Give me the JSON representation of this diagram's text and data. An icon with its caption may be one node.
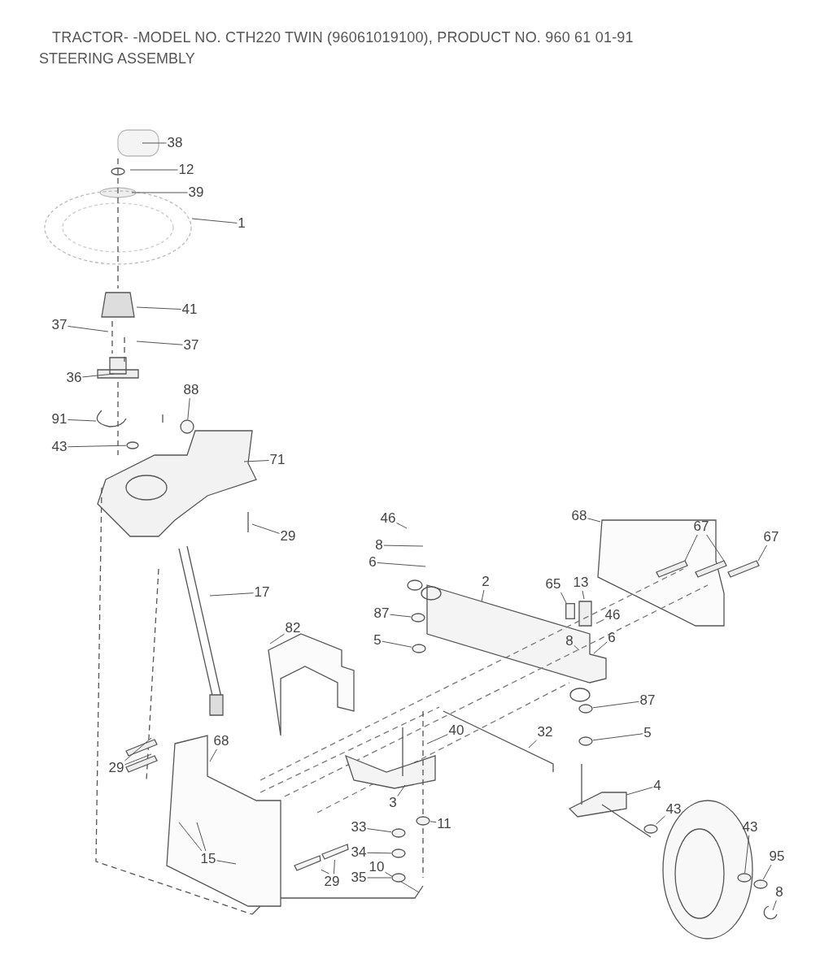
{
  "diagram": {
    "title": "TRACTOR- -MODEL NO. CTH220 TWIN (96061019100), PRODUCT NO. 960 61 01-91",
    "labels": [
      "STEERING ASSEMBLY"
    ],
    "nodes": [
      {
        "text": [
          "38"
        ]
      },
      {
        "text": [
          "12"
        ]
      },
      {
        "text": [
          "39"
        ]
      },
      {
        "text": [
          "1"
        ]
      },
      {
        "text": [
          "41"
        ]
      },
      {
        "text": [
          "37"
        ]
      },
      {
        "text": [
          "37"
        ]
      },
      {
        "text": [
          "36"
        ]
      },
      {
        "text": [
          "88"
        ]
      },
      {
        "text": [
          "91"
        ]
      },
      {
        "text": [
          "43"
        ]
      },
      {
        "text": [
          "71"
        ]
      },
      {
        "text": [
          "29"
        ]
      },
      {
        "text": [
          "68"
        ]
      },
      {
        "text": [
          "67"
        ]
      },
      {
        "text": [
          "46"
        ]
      },
      {
        "text": [
          "67"
        ]
      },
      {
        "text": [
          "8"
        ]
      },
      {
        "text": [
          "6"
        ]
      },
      {
        "text": [
          "2"
        ]
      },
      {
        "text": [
          "13"
        ]
      },
      {
        "text": [
          "65"
        ]
      },
      {
        "text": [
          "17"
        ]
      },
      {
        "text": [
          "46"
        ]
      },
      {
        "text": [
          "82"
        ]
      },
      {
        "text": [
          "87"
        ]
      },
      {
        "text": [
          "8"
        ]
      },
      {
        "text": [
          "6"
        ]
      },
      {
        "text": [
          "5"
        ]
      },
      {
        "text": [
          "87"
        ]
      },
      {
        "text": [
          "40"
        ]
      },
      {
        "text": [
          "32"
        ]
      },
      {
        "text": [
          "5"
        ]
      },
      {
        "text": [
          "29"
        ]
      },
      {
        "text": [
          "68"
        ]
      },
      {
        "text": [
          "4"
        ]
      },
      {
        "text": [
          "3"
        ]
      },
      {
        "text": [
          "43"
        ]
      },
      {
        "text": [
          "11"
        ]
      },
      {
        "text": [
          "43"
        ]
      },
      {
        "text": [
          "33"
        ]
      },
      {
        "text": [
          "95"
        ]
      },
      {
        "text": [
          "34"
        ]
      },
      {
        "text": [
          "15"
        ]
      },
      {
        "text": [
          "10"
        ]
      },
      {
        "text": [
          "35"
        ]
      },
      {
        "text": [
          "29"
        ]
      },
      {
        "text": [
          "8"
        ]
      },
      {
        "text": [],
        "shape": "circle"
      },
      {
        "text": [],
        "shape": "circle"
      },
      {
        "text": [],
        "shape": "box"
      },
      {
        "text": [],
        "shape": "circle"
      },
      {
        "text": [],
        "shape": "circle"
      },
      {
        "text": [],
        "shape": "circle"
      },
      {
        "text": [],
        "shape": "circle"
      },
      {
        "text": [],
        "shape": "circle"
      },
      {
        "text": [],
        "shape": "circle"
      },
      {
        "text": [],
        "shape": "circle"
      },
      {
        "text": [],
        "shape": "circle"
      },
      {
        "text": [],
        "shape": "circle"
      },
      {
        "text": [],
        "shape": "circle"
      },
      {
        "text": [],
        "shape": "circle"
      },
      {
        "text": [],
        "shape": "bar"
      },
      {
        "text": [],
        "shape": "bar"
      }
    ],
    "edges": [
      {
        "from": 0,
        "to": null,
        "arrow": "none"
      },
      {
        "from": 1,
        "to": null,
        "arrow": "none"
      },
      {
        "from": 2,
        "to": null,
        "arrow": "none"
      },
      {
        "from": 3,
        "to": null,
        "arrow": "none"
      },
      {
        "from": 4,
        "to": null,
        "arrow": "none"
      },
      {
        "from": 5,
        "to": null,
        "arrow": "none"
      },
      {
        "from": 6,
        "to": null,
        "arrow": "none"
      },
      {
        "from": 7,
        "to": null,
        "arrow": "none"
      },
      {
        "from": 8,
        "to": 48,
        "arrow": "none"
      },
      {
        "from": 9,
        "to": null,
        "arrow": "none"
      },
      {
        "from": 10,
        "to": 49,
        "arrow": "none"
      },
      {
        "from": 11,
        "to": null,
        "arrow": "none"
      },
      {
        "from": 12,
        "to": null,
        "arrow": "none"
      },
      {
        "from": 13,
        "to": null,
        "arrow": "none"
      },
      {
        "from": 14,
        "to": null,
        "arrow": "none"
      },
      {
        "from": 14,
        "to": null,
        "arrow": "none"
      },
      {
        "from": 15,
        "to": null,
        "arrow": "none"
      },
      {
        "from": 16,
        "to": null,
        "arrow": "none"
      },
      {
        "from": 17,
        "to": null,
        "arrow": "none"
      },
      {
        "from": 18,
        "to": null,
        "arrow": "none"
      },
      {
        "from": 19,
        "to": null,
        "arrow": "none"
      },
      {
        "from": 20,
        "to": null,
        "arrow": "none"
      },
      {
        "from": 21,
        "to": 50,
        "arrow": "none"
      },
      {
        "from": 22,
        "to": null,
        "arrow": "none"
      },
      {
        "from": 23,
        "to": null,
        "arrow": "none"
      },
      {
        "from": 24,
        "to": null,
        "arrow": "none"
      },
      {
        "from": 25,
        "to": 51,
        "arrow": "none"
      },
      {
        "from": 26,
        "to": null,
        "arrow": "none"
      },
      {
        "from": 27,
        "to": null,
        "arrow": "none"
      },
      {
        "from": 28,
        "to": 52,
        "arrow": "none"
      },
      {
        "from": 29,
        "to": 53,
        "arrow": "none"
      },
      {
        "from": 30,
        "to": null,
        "arrow": "none"
      },
      {
        "from": 31,
        "to": null,
        "arrow": "none"
      },
      {
        "from": 32,
        "to": 54,
        "arrow": "none"
      },
      {
        "from": 33,
        "to": null,
        "arrow": "none"
      },
      {
        "from": 33,
        "to": null,
        "arrow": "none"
      },
      {
        "from": 34,
        "to": null,
        "arrow": "none"
      },
      {
        "from": 35,
        "to": null,
        "arrow": "none"
      },
      {
        "from": 36,
        "to": null,
        "arrow": "none"
      },
      {
        "from": 37,
        "to": 55,
        "arrow": "none"
      },
      {
        "from": 38,
        "to": 56,
        "arrow": "none"
      },
      {
        "from": 39,
        "to": 57,
        "arrow": "none"
      },
      {
        "from": 40,
        "to": 58,
        "arrow": "none"
      },
      {
        "from": 41,
        "to": 59,
        "arrow": "none"
      },
      {
        "from": 42,
        "to": 60,
        "arrow": "none"
      },
      {
        "from": 43,
        "to": null,
        "arrow": "none"
      },
      {
        "from": 43,
        "to": null,
        "arrow": "none"
      },
      {
        "from": 43,
        "to": null,
        "arrow": "none"
      },
      {
        "from": 44,
        "to": null,
        "arrow": "none"
      },
      {
        "from": 45,
        "to": 61,
        "arrow": "none"
      },
      {
        "from": 46,
        "to": 63,
        "arrow": "none"
      },
      {
        "from": 46,
        "to": 62,
        "arrow": "none"
      },
      {
        "from": 47,
        "to": null,
        "arrow": "none"
      }
    ]
  }
}
